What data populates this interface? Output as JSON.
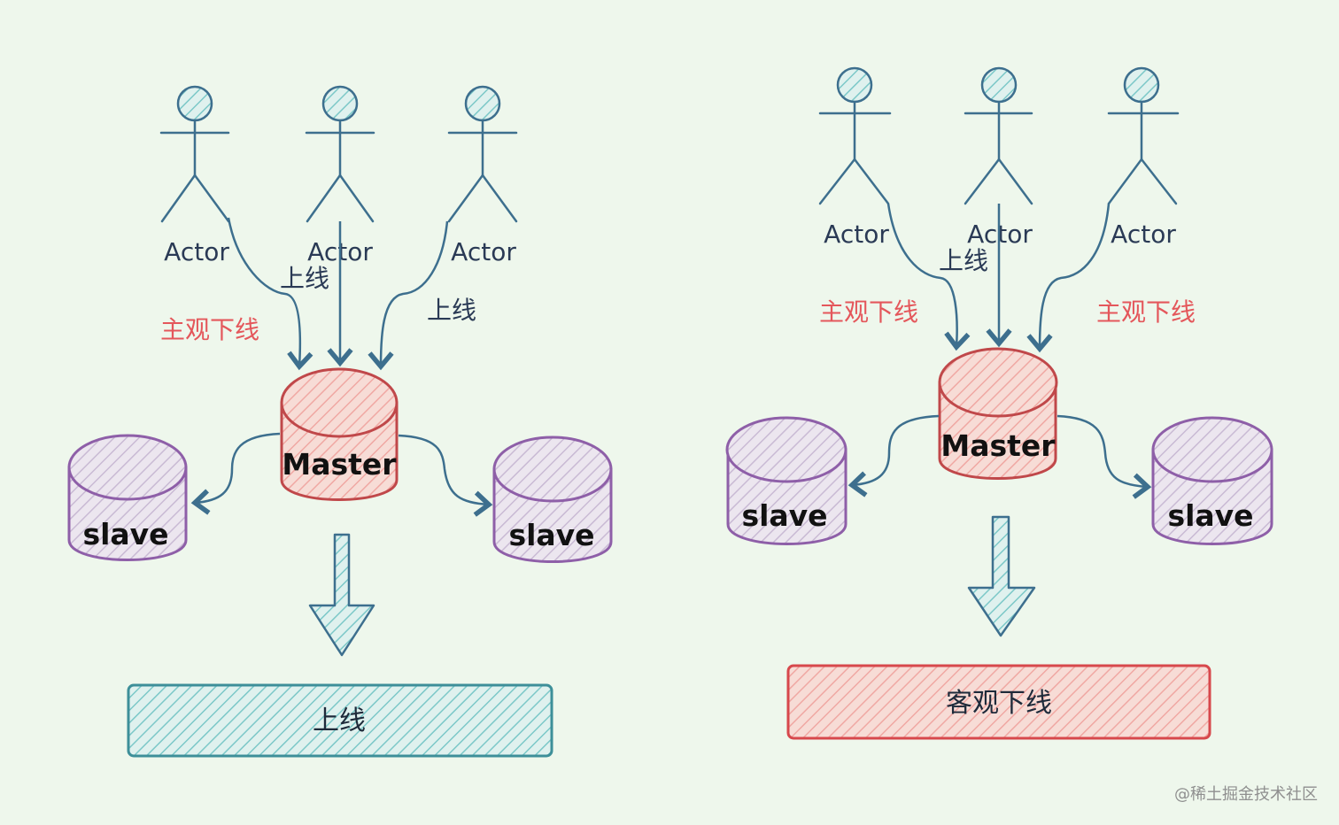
{
  "left_diagram": {
    "actors": [
      "Actor",
      "Actor",
      "Actor"
    ],
    "edge_labels": {
      "left": "主观下线",
      "middle": "上线",
      "right": "上线"
    },
    "master": "Master",
    "slave_left": "slave",
    "slave_right": "slave",
    "result": "上线"
  },
  "right_diagram": {
    "actors": [
      "Actor",
      "Actor",
      "Actor"
    ],
    "edge_labels": {
      "left": "主观下线",
      "middle": "上线",
      "right": "主观下线"
    },
    "master": "Master",
    "slave_left": "slave",
    "slave_right": "slave",
    "result": "客观下线"
  },
  "watermark": "@稀土掘金技术社区",
  "colors": {
    "background": "#eef7ec",
    "actor_stroke": "#3d6f8e",
    "actor_fill": "#9fd3d6",
    "master_stroke": "#c0484a",
    "master_fill": "#f3b9b5",
    "slave_stroke": "#8e5fa8",
    "slave_fill": "#d8cce0",
    "online_box": "#4aa9b2",
    "offline_box": "#d7484c",
    "label_red": "#e4575b"
  }
}
